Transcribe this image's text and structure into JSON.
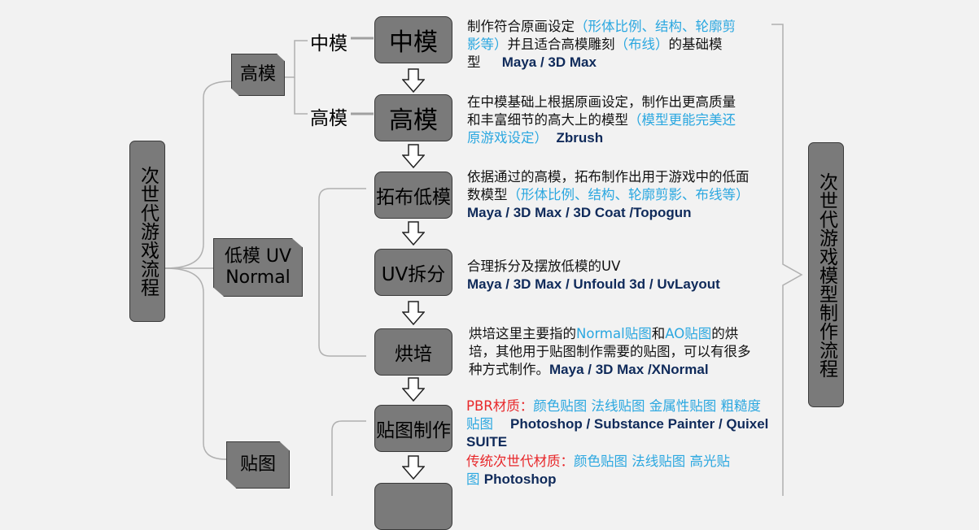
{
  "left_title": "次世代游戏流程",
  "right_title": "次世代游戏模型制作流程",
  "categories": {
    "high": "高模",
    "low_uv_line1": "低模 UV",
    "low_uv_line2": "Normal",
    "texture": "贴图"
  },
  "branches": {
    "mid": "中模",
    "high": "高模"
  },
  "steps": {
    "mid": "中模",
    "high": "高模",
    "retopo": "拓布低模",
    "uv": "UV拆分",
    "bake": "烘培",
    "texture": "贴图制作"
  },
  "descriptions": {
    "mid": {
      "t1": "制作符合原画设定",
      "h1": "（形体比例、结构、轮廓剪影等）",
      "t2": "并且适合高模雕刻",
      "h2": "（布线）",
      "t3": "的基础模型",
      "tools": "Maya   / 3D Max"
    },
    "high": {
      "t1": "在中模基础上根据原画设定，制作出更高质量和丰富细节的高大上的模型",
      "h1": "（模型更能完美还原游戏设定）",
      "tools": "Zbrush"
    },
    "retopo": {
      "t1": "依据通过的高模，拓布制作出用于游戏中的低面数模型",
      "h1": "（形体比例、结构、轮廓剪影、布线等）",
      "tools": "Maya / 3D Max / 3D Coat /Topogun"
    },
    "uv": {
      "t1": "合理拆分及摆放低模的UV",
      "tools": "Maya / 3D Max / Unfould 3d / UvLayout"
    },
    "bake": {
      "t1": "烘培这里主要指的",
      "h1": "Normal贴图",
      "t2": "和",
      "h2": "AO贴图",
      "t3": "的烘培，其他用于贴图制作需要的贴图，可以有很多种方式制作。",
      "tools": "Maya / 3D Max /XNormal"
    },
    "texture_pbr": {
      "label": "PBR材质：",
      "maps": "颜色贴图  法线贴图  金属性贴图  粗糙度贴图",
      "tools": "Photoshop / Substance Painter / Quixel SUITE"
    },
    "texture_trad": {
      "label": "传统次世代材质：",
      "maps": "颜色贴图  法线贴图  高光贴图",
      "tools": "Photoshop"
    }
  }
}
